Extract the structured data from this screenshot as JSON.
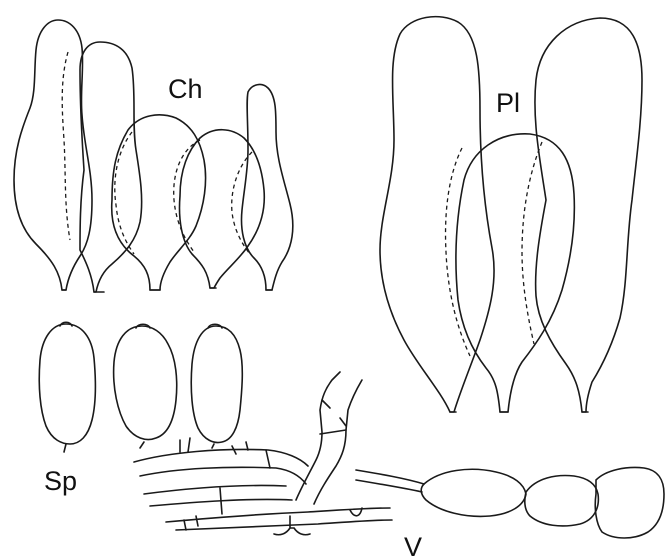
{
  "figure": {
    "labels": {
      "cheilocystidia": "Ch",
      "pleurocystidia": "Pl",
      "spores": "Sp",
      "veil": "V"
    },
    "ink_color": "#1a1a1a",
    "background": "#ffffff"
  }
}
